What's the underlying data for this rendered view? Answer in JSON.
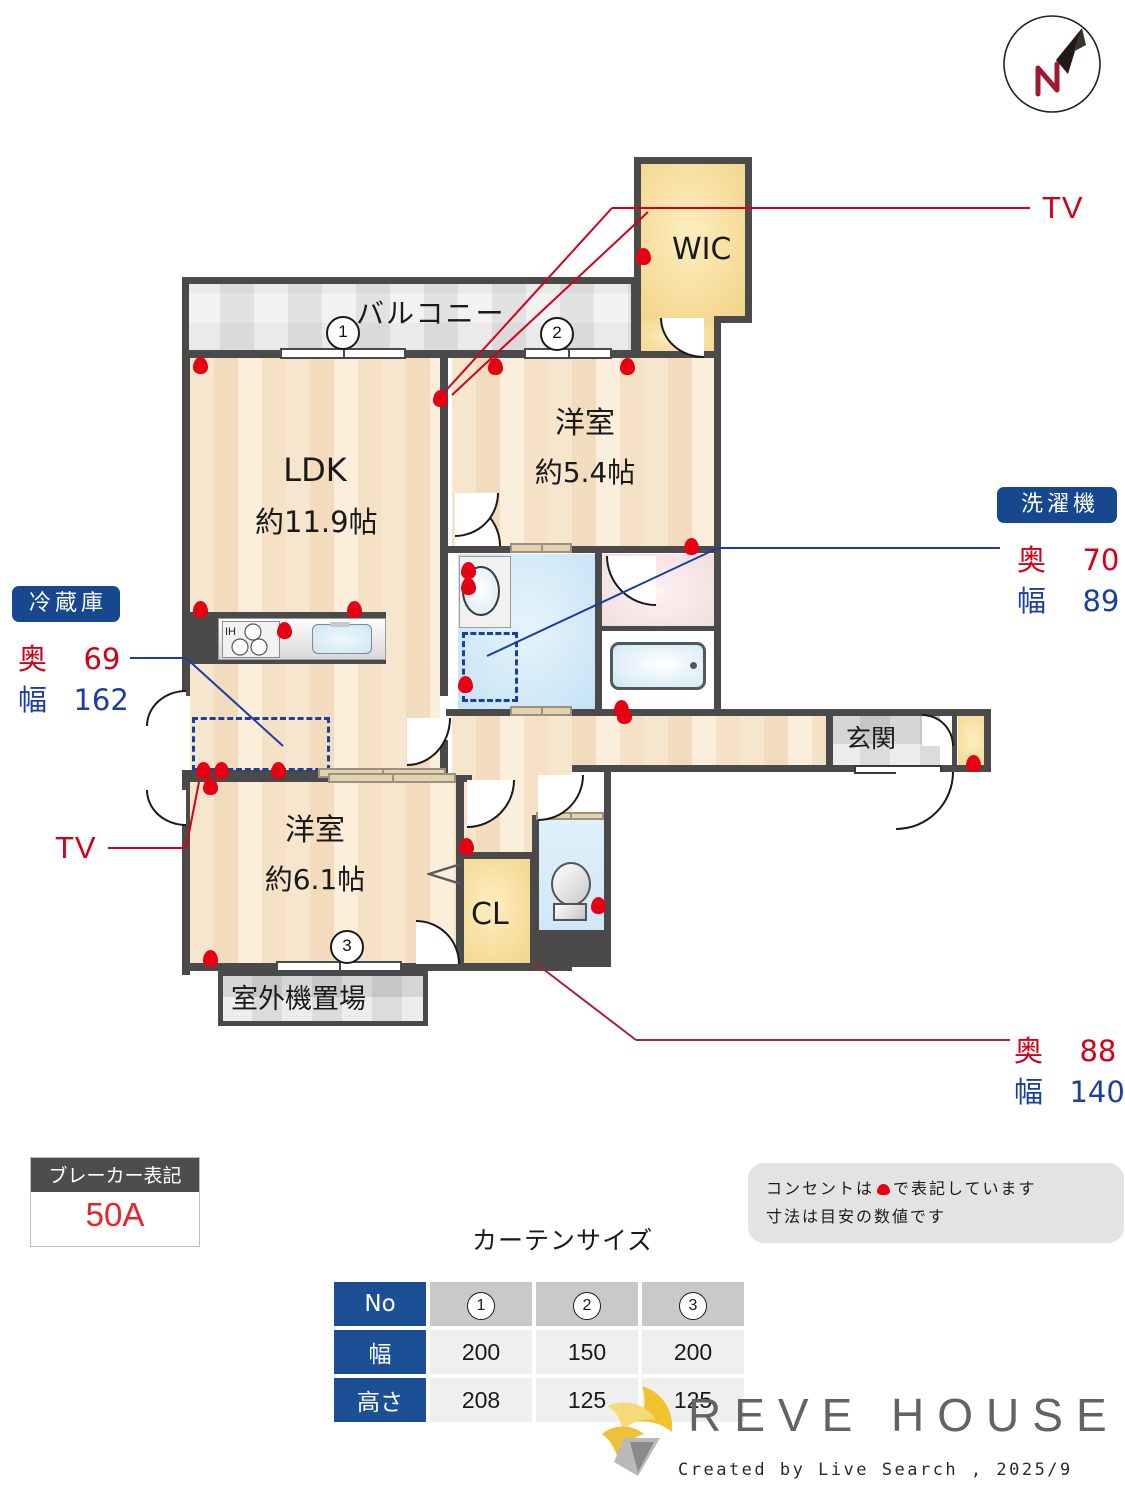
{
  "document": {
    "type": "floor-plan",
    "compass": {
      "label": "N",
      "name": "north-arrow"
    }
  },
  "rooms": [
    {
      "id": "ldk",
      "name": "LDK",
      "area": "約11.9帖"
    },
    {
      "id": "bedroom1",
      "name": "洋室",
      "area": "約5.4帖"
    },
    {
      "id": "bedroom2",
      "name": "洋室",
      "area": "約6.1帖"
    },
    {
      "id": "wic",
      "name": "WIC",
      "area": ""
    },
    {
      "id": "cl",
      "name": "CL",
      "area": ""
    },
    {
      "id": "entrance",
      "name": "玄関",
      "area": ""
    },
    {
      "id": "balcony",
      "name": "バルコニー",
      "area": ""
    },
    {
      "id": "outdoor",
      "name": "室外機置場",
      "area": ""
    }
  ],
  "callouts": {
    "fridge": {
      "title": "冷蔵庫",
      "depth_label": "奥",
      "depth_value": "69",
      "width_label": "幅",
      "width_value": "162"
    },
    "washer": {
      "title": "洗濯機",
      "depth_label": "奥",
      "depth_value": "70",
      "width_label": "幅",
      "width_value": "89"
    },
    "closet": {
      "depth_label": "奥",
      "depth_value": "88",
      "width_label": "幅",
      "width_value": "140"
    },
    "tv_top": "TV",
    "tv_left": "TV"
  },
  "breaker": {
    "title": "ブレーカー表記",
    "value": "50A"
  },
  "note": {
    "line1_before": "コンセントは",
    "line1_after": "で表記しています",
    "line2": "寸法は目安の数値です"
  },
  "curtain": {
    "title": "カーテンサイズ",
    "headers": [
      "No",
      "幅",
      "高さ"
    ],
    "columns": [
      "1",
      "2",
      "3"
    ],
    "width": [
      "200",
      "150",
      "200"
    ],
    "height": [
      "208",
      "125",
      "125"
    ]
  },
  "window_markers": [
    "1",
    "2",
    "3"
  ],
  "kitchen": {
    "cooktop_label": "IH"
  },
  "footer": {
    "brand": "REVE HOUSE",
    "credit": "Created by Live Search , 2025/9"
  },
  "colors": {
    "tag_blue": "#17478e",
    "depth_red": "#d4001a",
    "width_blue": "#1b3f9e",
    "outlet_red": "#e60012",
    "wall": "#4a4a4a",
    "wood": "#f4e1c6",
    "closet_yellow": "#f7dd9c",
    "bath_blue": "#cfe8f7"
  }
}
